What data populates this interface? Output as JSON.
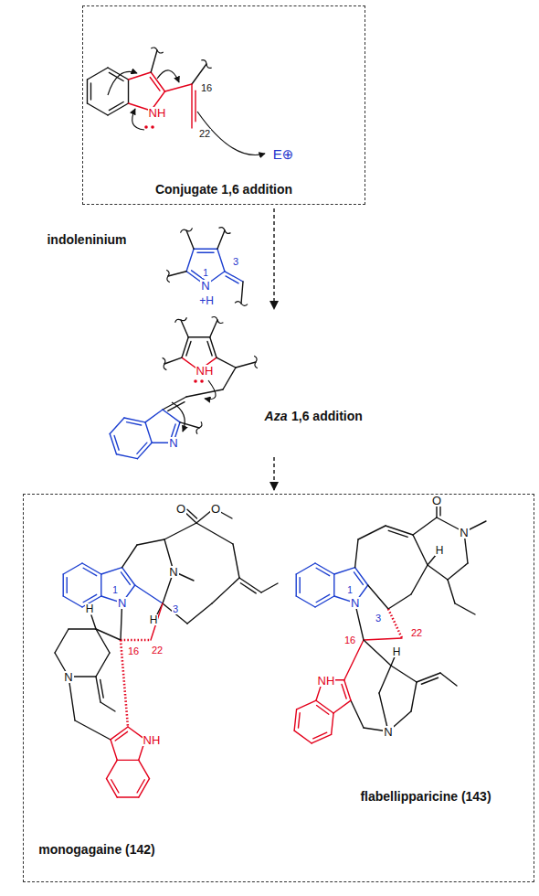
{
  "diagram": {
    "nodes": [
      {
        "text": [
          "Conjugate 1,6 addition"
        ]
      },
      {
        "text": [
          "monogagaine (142)",
          "flabellipparicine (143)"
        ]
      }
    ],
    "labels": [
      "NH",
      "16",
      "22",
      "E⊕",
      "indoleninium",
      "1",
      "N",
      "+H",
      "3",
      "NH",
      "N",
      "Aza",
      "1,6 addition",
      "H",
      "N",
      "1",
      "16",
      "3",
      "H",
      "22",
      "N",
      "N",
      "O",
      "O",
      "NH",
      "O",
      "N",
      "N",
      "1",
      "3",
      "H",
      "22",
      "16",
      "H",
      "NH",
      "N"
    ]
  }
}
